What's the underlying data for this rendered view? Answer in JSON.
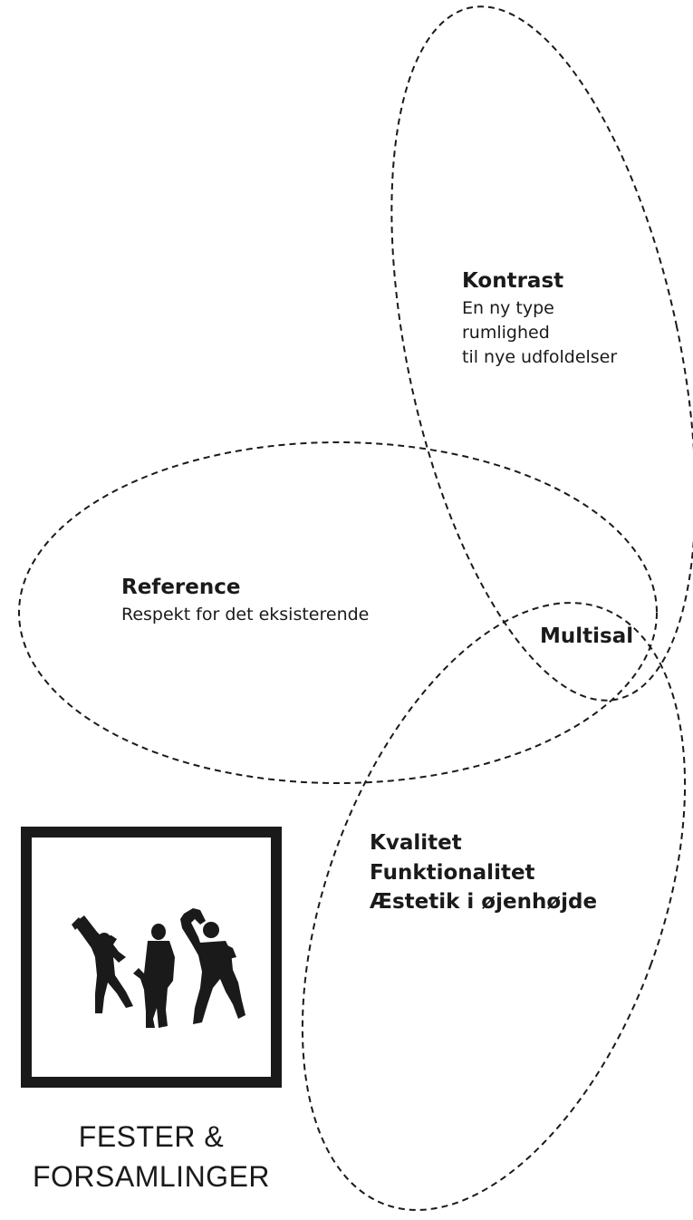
{
  "circles": {
    "kontrast": {
      "title": "Kontrast",
      "lines": [
        "En ny type",
        "rumlighed",
        "til nye udfoldelser"
      ]
    },
    "reference": {
      "title": "Reference",
      "lines": [
        "Respekt for det eksisterende"
      ]
    },
    "kvalitet": {
      "lines": [
        "Kvalitet",
        "Funktionalitet",
        "Æstetik i øjenhøjde"
      ]
    }
  },
  "intersection_label": "Multisal",
  "caption": {
    "line1": "FESTER &",
    "line2": "FORSAMLINGER"
  },
  "icon": "dancers-silhouette-icon",
  "colors": {
    "line": "#1a1a1a",
    "background": "#ffffff"
  }
}
